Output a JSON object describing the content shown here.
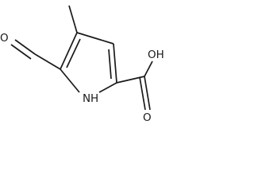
{
  "molecule": {
    "atoms": {
      "aldehyde_oxygen": "O",
      "ring_nitrogen": "N",
      "ring_hydrogen": "H",
      "hydroxyl": "OH",
      "acid_oxygen": "O"
    }
  }
}
